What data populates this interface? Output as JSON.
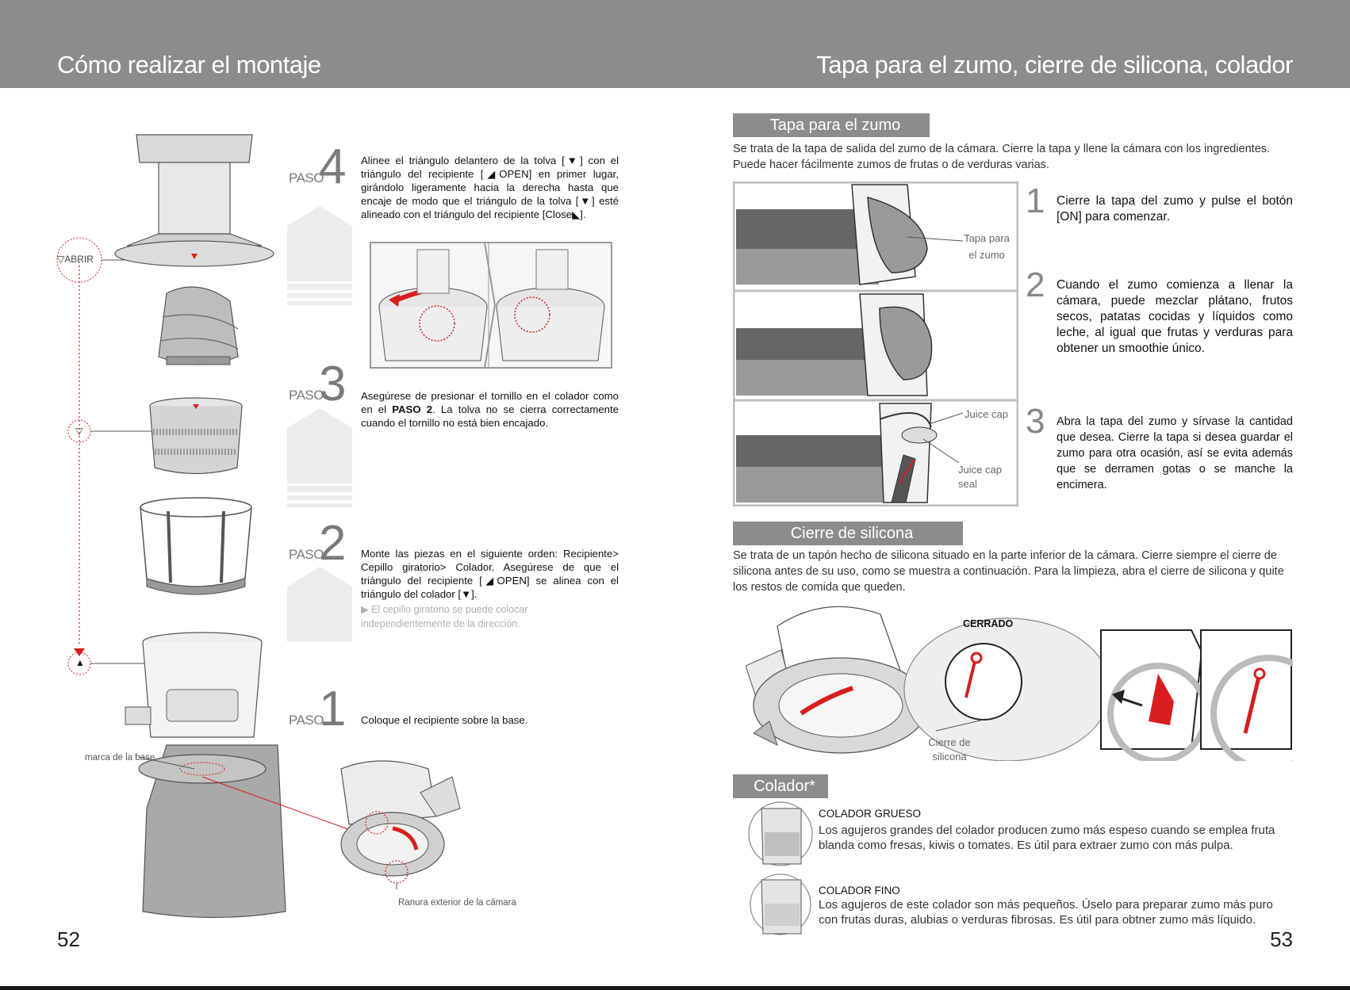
{
  "header": {
    "left_title": "Cómo realizar el montaje",
    "right_title": "Tapa para el zumo, cierre de silicona, colador"
  },
  "left_page": {
    "page_number": "52",
    "abrir_label": "▽ABRIR",
    "triangle_down_label": "▽",
    "triangle_up_label": "▲",
    "marca_label": "marca de la base",
    "ranura_label": "Ranura exterior de la cámara",
    "paso_word": "PASO",
    "steps": [
      {
        "num": "4",
        "text": "Alinee el triángulo delantero de la tolva [▼] con el triángulo del recipiente [◢OPEN] en primer lugar, girándolo ligeramente hacia la derecha hasta que encaje de modo que el triángulo de la tolva [▼] esté alineado con el triángulo del recipiente [Close◣]."
      },
      {
        "num": "3",
        "text_before": "Asegúrese de presionar el tornillo en el colador como en el ",
        "text_bold": "PASO 2",
        "text_after": ". La tolva no se cierra correctamente cuando el tornillo no está bien encajado."
      },
      {
        "num": "2",
        "text": "Monte las piezas en el siguiente orden: Recipiente> Cepillo giratorio> Colador. Asegúrese de que el triángulo del recipiente [◢OPEN] se alinea con el triángulo del colador [▼].",
        "note": "▶ El cepillo giratorio se puede colocar independientemente de la dirección."
      },
      {
        "num": "1",
        "text": "Coloque el recipiente sobre la base."
      }
    ]
  },
  "right_page": {
    "page_number": "53",
    "juice_cap": {
      "tab": "Tapa para el zumo",
      "intro": "Se trata de la tapa de salida del zumo de la cámara. Cierre la tapa y llene la cámara con los ingredientes. Puede hacer fácilmente zumos de frutas o de verduras varias.",
      "caption_tapa_1": "Tapa para",
      "caption_tapa_2": "el zumo",
      "caption_juice_cap": "Juice cap",
      "caption_seal_1": "Juice cap",
      "caption_seal_2": "seal",
      "steps": [
        {
          "num": "1",
          "text": "Cierre la tapa del zumo y pulse el botón [ON] para comenzar."
        },
        {
          "num": "2",
          "text": "Cuando el zumo comienza a llenar la cámara, puede mezclar plátano, frutos secos, patatas cocidas y líquidos como leche, al igual que frutas y verduras para obtener un smoothie único."
        },
        {
          "num": "3",
          "text": "Abra la tapa del zumo y sírvase la cantidad que desea. Cierre la tapa si desea guardar el zumo para otra ocasión, así se evita además que se derramen gotas o se manche la encimera."
        }
      ]
    },
    "silicone": {
      "tab": "Cierre de silicona",
      "intro": "Se trata de un tapón hecho de silicona situado en la parte inferior de la cámara. Cierre siempre el cierre de silicona antes de su uso, como se muestra a continuación. Para la limpieza, abra el cierre de silicona y quite los restos de comida que queden.",
      "cerrado": "CERRADO",
      "caption_1": "Cierre de",
      "caption_2": "silicona"
    },
    "strainer": {
      "tab": "Colador*",
      "coarse_title": "COLADOR GRUESO",
      "coarse_text": "Los agujeros grandes del colador producen zumo más espeso cuando se emplea fruta blanda como fresas, kiwis o tomates. Es útil para extraer zumo con más pulpa.",
      "fine_title": "COLADOR FINO",
      "fine_text": "Los agujeros de este colador son más pequeños. Úselo para preparar zumo más puro con frutas duras, alubias o verduras fibrosas. Es útil para obtner zumo más líquido."
    }
  },
  "colors": {
    "header_gray": "#8c8c8c",
    "accent_red": "#d81e1e",
    "line_gray": "#cccccc"
  }
}
